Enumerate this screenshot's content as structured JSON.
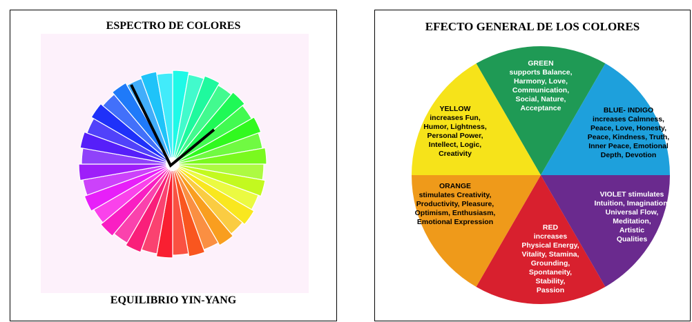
{
  "left_panel": {
    "title": "ESPECTRO DE COLORES",
    "caption": "EQUILIBRIO YIN-YANG"
  },
  "right_panel": {
    "title": "EFECTO GENERAL DE LOS COLORES",
    "sectors": [
      {
        "key": "green",
        "color": "#1f9a55",
        "lines": [
          "GREEN",
          "supports Balance,",
          "Harmony, Love,",
          "Communication,",
          "Social, Nature,",
          "Acceptance"
        ]
      },
      {
        "key": "blue-indigo",
        "color": "#1ea0dc",
        "lines": [
          "BLUE- INDIGO",
          "increases Calmness,",
          "Peace, Love, Honesty,",
          "Peace, Kindness, Truth,",
          "Inner Peace, Emotional",
          "Depth, Devotion"
        ]
      },
      {
        "key": "violet",
        "color": "#6a2a8e",
        "lines": [
          "VIOLET stimulates",
          "Intuition, Imagination,",
          "Universal Flow,",
          "Meditation,",
          "Artistic",
          "Qualities"
        ]
      },
      {
        "key": "red",
        "color": "#d8202e",
        "lines": [
          "RED",
          "increases",
          "Physical Energy,",
          "Vitality, Stamina,",
          "Grounding,",
          "Spontaneity,",
          "Stability,",
          "Passion"
        ]
      },
      {
        "key": "orange",
        "color": "#ef9a1a",
        "lines": [
          "ORANGE",
          "stimulates Creativity,",
          "Productivity, Pleasure,",
          "Optimism, Enthusiasm,",
          "Emotional Expression"
        ]
      },
      {
        "key": "yellow",
        "color": "#f6e31a",
        "lines": [
          "YELLOW",
          "increases Fun,",
          "Humor, Lightness,",
          "Personal Power,",
          "Intellect, Logic,",
          "Creativity"
        ]
      }
    ]
  }
}
